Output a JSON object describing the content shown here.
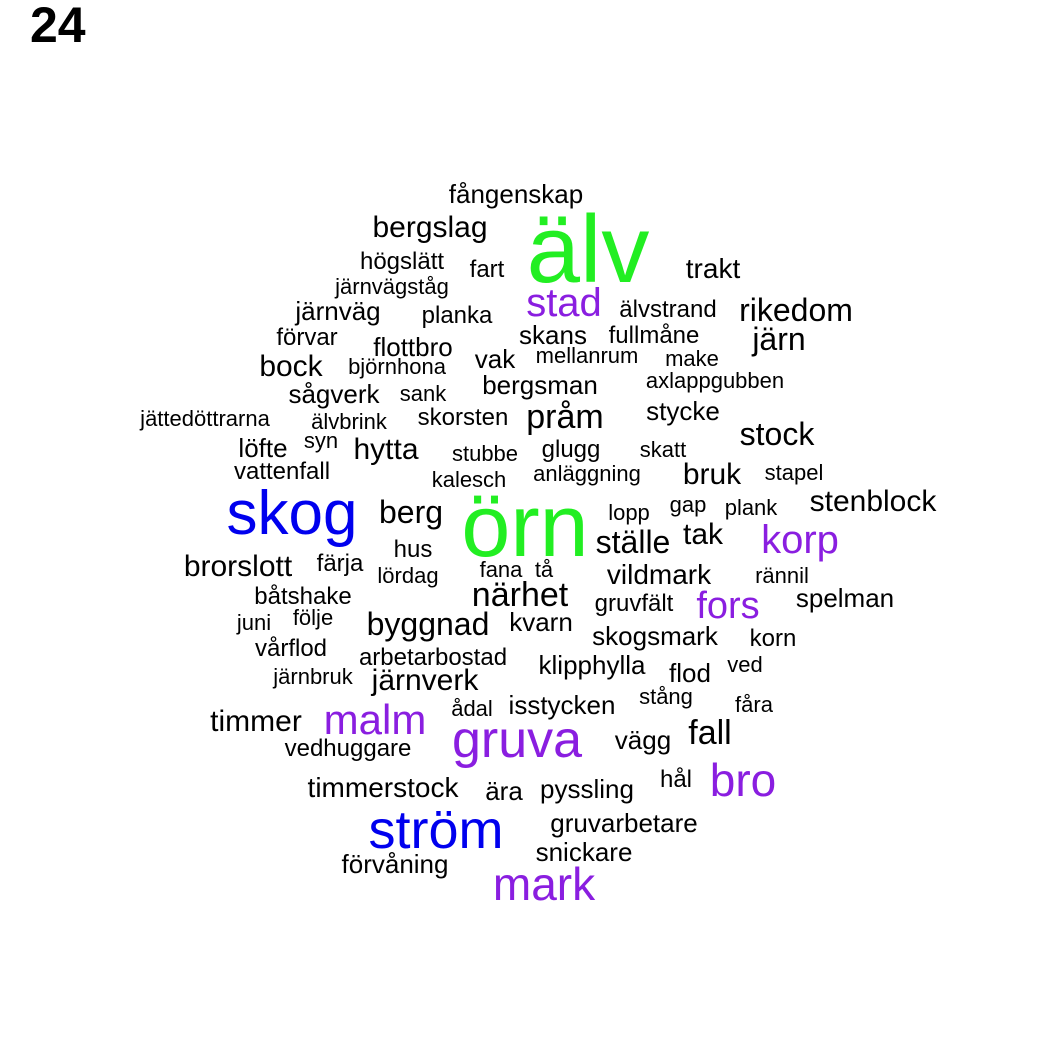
{
  "panel_label": "24",
  "colors": {
    "green": "#22ee22",
    "blue": "#0000ee",
    "purple": "#8a1ee0",
    "black": "#000000"
  },
  "words": [
    {
      "text": "älv",
      "color": "green"
    },
    {
      "text": "örn",
      "color": "green"
    },
    {
      "text": "skog",
      "color": "blue"
    },
    {
      "text": "ström",
      "color": "blue"
    },
    {
      "text": "gruva",
      "color": "purple"
    },
    {
      "text": "mark",
      "color": "purple"
    },
    {
      "text": "malm",
      "color": "purple"
    },
    {
      "text": "bro",
      "color": "purple"
    },
    {
      "text": "korp",
      "color": "purple"
    },
    {
      "text": "fors",
      "color": "purple"
    },
    {
      "text": "stad",
      "color": "purple"
    },
    {
      "text": "fångenskap",
      "color": "black"
    },
    {
      "text": "bergslag",
      "color": "black"
    },
    {
      "text": "högslätt",
      "color": "black"
    },
    {
      "text": "fart",
      "color": "black"
    },
    {
      "text": "trakt",
      "color": "black"
    },
    {
      "text": "järnvägståg",
      "color": "black"
    },
    {
      "text": "järnväg",
      "color": "black"
    },
    {
      "text": "planka",
      "color": "black"
    },
    {
      "text": "älvstrand",
      "color": "black"
    },
    {
      "text": "rikedom",
      "color": "black"
    },
    {
      "text": "förvar",
      "color": "black"
    },
    {
      "text": "flottbro",
      "color": "black"
    },
    {
      "text": "skans",
      "color": "black"
    },
    {
      "text": "fullmåne",
      "color": "black"
    },
    {
      "text": "järn",
      "color": "black"
    },
    {
      "text": "bock",
      "color": "black"
    },
    {
      "text": "björnhona",
      "color": "black"
    },
    {
      "text": "vak",
      "color": "black"
    },
    {
      "text": "mellanrum",
      "color": "black"
    },
    {
      "text": "make",
      "color": "black"
    },
    {
      "text": "sågverk",
      "color": "black"
    },
    {
      "text": "sank",
      "color": "black"
    },
    {
      "text": "bergsman",
      "color": "black"
    },
    {
      "text": "axlappgubben",
      "color": "black"
    },
    {
      "text": "jättedöttrarna",
      "color": "black"
    },
    {
      "text": "älvbrink",
      "color": "black"
    },
    {
      "text": "skorsten",
      "color": "black"
    },
    {
      "text": "pråm",
      "color": "black"
    },
    {
      "text": "stycke",
      "color": "black"
    },
    {
      "text": "stock",
      "color": "black"
    },
    {
      "text": "löfte",
      "color": "black"
    },
    {
      "text": "syn",
      "color": "black"
    },
    {
      "text": "hytta",
      "color": "black"
    },
    {
      "text": "stubbe",
      "color": "black"
    },
    {
      "text": "glugg",
      "color": "black"
    },
    {
      "text": "skatt",
      "color": "black"
    },
    {
      "text": "vattenfall",
      "color": "black"
    },
    {
      "text": "kalesch",
      "color": "black"
    },
    {
      "text": "anläggning",
      "color": "black"
    },
    {
      "text": "bruk",
      "color": "black"
    },
    {
      "text": "stapel",
      "color": "black"
    },
    {
      "text": "berg",
      "color": "black"
    },
    {
      "text": "lopp",
      "color": "black"
    },
    {
      "text": "gap",
      "color": "black"
    },
    {
      "text": "plank",
      "color": "black"
    },
    {
      "text": "stenblock",
      "color": "black"
    },
    {
      "text": "hus",
      "color": "black"
    },
    {
      "text": "ställe",
      "color": "black"
    },
    {
      "text": "tak",
      "color": "black"
    },
    {
      "text": "brorslott",
      "color": "black"
    },
    {
      "text": "färja",
      "color": "black"
    },
    {
      "text": "lördag",
      "color": "black"
    },
    {
      "text": "fana",
      "color": "black"
    },
    {
      "text": "tå",
      "color": "black"
    },
    {
      "text": "vildmark",
      "color": "black"
    },
    {
      "text": "rännil",
      "color": "black"
    },
    {
      "text": "båtshake",
      "color": "black"
    },
    {
      "text": "närhet",
      "color": "black"
    },
    {
      "text": "gruvfält",
      "color": "black"
    },
    {
      "text": "spelman",
      "color": "black"
    },
    {
      "text": "juni",
      "color": "black"
    },
    {
      "text": "följe",
      "color": "black"
    },
    {
      "text": "byggnad",
      "color": "black"
    },
    {
      "text": "kvarn",
      "color": "black"
    },
    {
      "text": "skogsmark",
      "color": "black"
    },
    {
      "text": "korn",
      "color": "black"
    },
    {
      "text": "vårflod",
      "color": "black"
    },
    {
      "text": "arbetarbostad",
      "color": "black"
    },
    {
      "text": "klipphylla",
      "color": "black"
    },
    {
      "text": "ved",
      "color": "black"
    },
    {
      "text": "järnbruk",
      "color": "black"
    },
    {
      "text": "järnverk",
      "color": "black"
    },
    {
      "text": "flod",
      "color": "black"
    },
    {
      "text": "stång",
      "color": "black"
    },
    {
      "text": "ådal",
      "color": "black"
    },
    {
      "text": "isstycken",
      "color": "black"
    },
    {
      "text": "fåra",
      "color": "black"
    },
    {
      "text": "timmer",
      "color": "black"
    },
    {
      "text": "fall",
      "color": "black"
    },
    {
      "text": "vägg",
      "color": "black"
    },
    {
      "text": "vedhuggare",
      "color": "black"
    },
    {
      "text": "hål",
      "color": "black"
    },
    {
      "text": "timmerstock",
      "color": "black"
    },
    {
      "text": "ära",
      "color": "black"
    },
    {
      "text": "pyssling",
      "color": "black"
    },
    {
      "text": "gruvarbetare",
      "color": "black"
    },
    {
      "text": "snickare",
      "color": "black"
    },
    {
      "text": "förvåning",
      "color": "black"
    }
  ]
}
